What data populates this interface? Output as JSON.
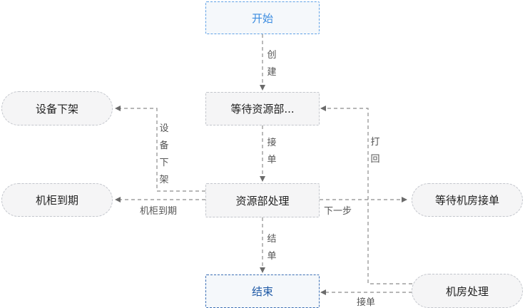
{
  "nodes": {
    "start": "开始",
    "waiting_resource": "等待资源部...",
    "resource_process": "资源部处理",
    "end": "结束",
    "device_unmount": "设备下架",
    "cabinet_expire": "机柜到期",
    "waiting_room": "等待机房接单",
    "room_process": "机房处理"
  },
  "edges": {
    "create": [
      "创",
      "建"
    ],
    "accept": [
      "接",
      "单"
    ],
    "finish": [
      "结",
      "单"
    ],
    "return": [
      "打",
      "回"
    ],
    "unmount": [
      "设",
      "备",
      "下",
      "架"
    ],
    "cabinet_expire": "机柜到期",
    "next_step": "下一步",
    "room_accept": "接单"
  },
  "colors": {
    "line": "#8c8c8c",
    "arrow": "#6b6b6b",
    "node_bg": "#f5f5f6",
    "node_border": "#c3c6cc",
    "start_text": "#3b8ce0",
    "end_text": "#1f5aa6"
  }
}
